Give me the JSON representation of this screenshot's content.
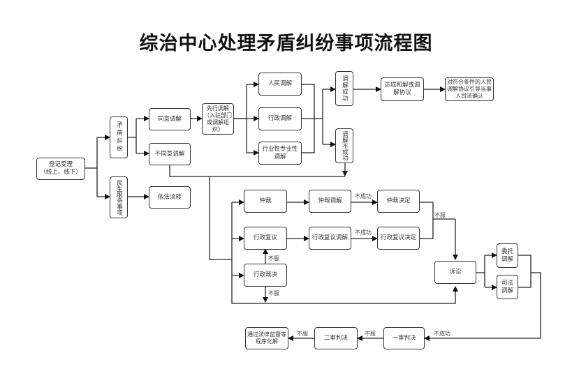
{
  "title": "综治中心处理矛盾纠纷事项流程图",
  "nodes": {
    "register": "登记受理\n（线上、线下）",
    "dispute": "矛盾纠纷",
    "livelihood": "民生服务事项",
    "agree": "同意调解",
    "disagree": "不同意调解",
    "lawful_transfer": "依法流转",
    "first_mediation": "先行调解（入驻部门或调解组织）",
    "people_mediation": "人民调解",
    "admin_mediation": "行政调解",
    "industry_mediation": "行业性专业性调解",
    "success": "调解成功",
    "fail": "调解不成功",
    "agreement": "达成和解或调解协议",
    "judicial_confirm": "对符合条件的人民调解协议引导当事人司法确认",
    "arbitration": "仲裁",
    "arbitration_mediation": "仲裁调解",
    "arbitration_decision": "仲裁决定",
    "admin_review": "行政复议",
    "admin_review_mediation": "行政复议调解",
    "admin_review_decision": "行政复议决定",
    "admin_ruling": "行政裁决",
    "litigation": "诉讼",
    "entrusted_mediation": "委托调解",
    "judicial_mediation": "司法调解",
    "first_instance": "一审判决",
    "second_instance": "二审判决",
    "legal_supervision": "通过法律监督等程序化解"
  },
  "edge_labels": {
    "arb_fail": "不成功",
    "review_fail": "不成功",
    "decision_reject": "不服",
    "ruling_reject_up": "不服",
    "ruling_reject_down": "不服",
    "court_fail": "不成功",
    "first_reject": "不服",
    "second_reject": "不服"
  }
}
